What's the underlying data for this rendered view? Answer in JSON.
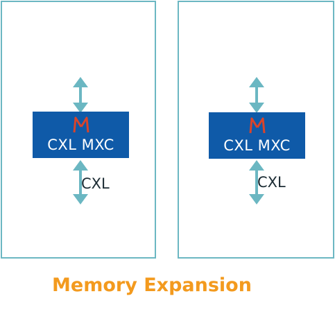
{
  "modules": [
    {
      "chip_label": "CXL MXC",
      "logo": "m-logo-icon",
      "link_label": "CXL"
    },
    {
      "chip_label": "CXL MXC",
      "logo": "m-logo-icon",
      "link_label": "CXL"
    }
  ],
  "caption": "Memory Expansion",
  "colors": {
    "module_border": "#6bb7c2",
    "chip_fill": "#0f5aa8",
    "arrow": "#6bb7c2",
    "logo": "#d9442b",
    "caption": "#f39a1e"
  }
}
